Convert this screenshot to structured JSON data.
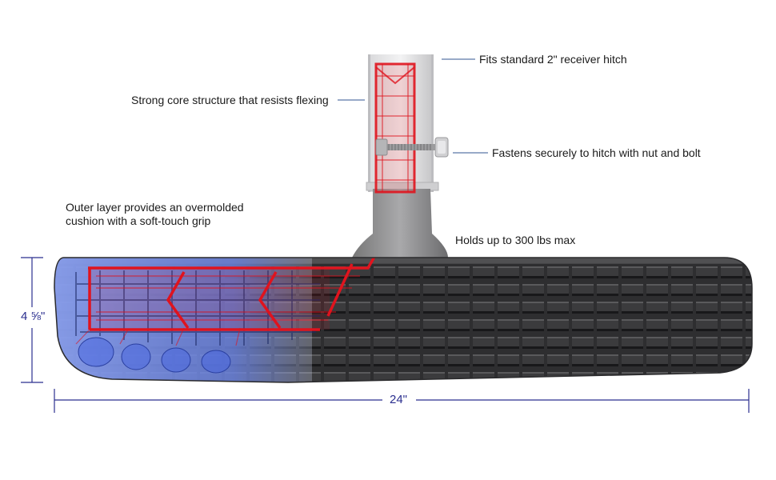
{
  "callouts": {
    "receiver": "Fits standard 2\" receiver hitch",
    "core": "Strong core structure that resists flexing",
    "fastens": "Fastens securely to hitch with nut and bolt",
    "outer_line1": "Outer layer provides an overmolded",
    "outer_line2": "cushion with a soft-touch grip",
    "capacity": "Holds up to 300 lbs max"
  },
  "dimensions": {
    "height": "4 ⅝\"",
    "width": "24\""
  },
  "colors": {
    "dimension_line": "#2b2f8f",
    "leader_line": "#5a78a8",
    "core_red": "#e0141e",
    "outer_blue": "#3a5ad8",
    "step_dark": "#3a3a3c"
  }
}
